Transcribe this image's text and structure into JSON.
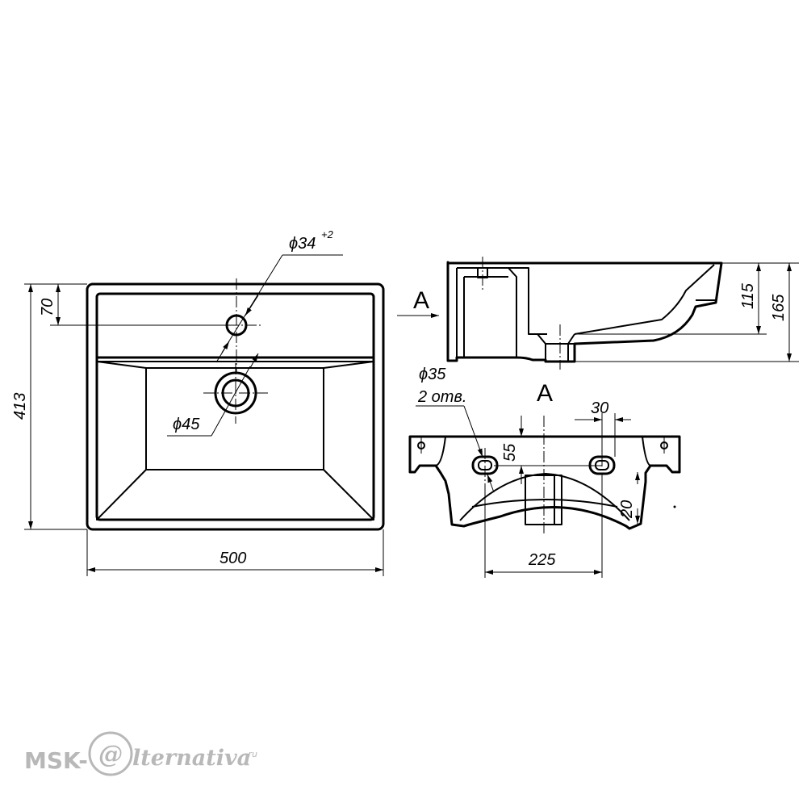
{
  "dimensions": {
    "hole_faucet": "ϕ34",
    "hole_faucet_tol": "+2",
    "hole_drain": "ϕ45",
    "depth_70": "70",
    "depth_413": "413",
    "width_500": "500",
    "height_115": "115",
    "height_165": "165",
    "mount_hole": "ϕ35",
    "mount_hole_count": "2 отв.",
    "dist_30": "30",
    "dist_55": "55",
    "dist_20": "20",
    "dist_225": "225"
  },
  "views": {
    "section_marker": "A",
    "view_label": "A"
  },
  "logo": {
    "prefix": "MSK-",
    "at_sign": "@",
    "name": "lternativa",
    "domain": ".ru"
  }
}
